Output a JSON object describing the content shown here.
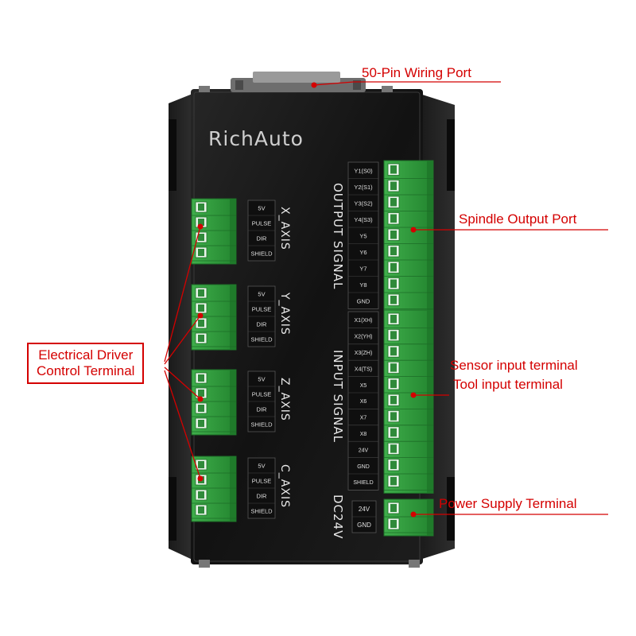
{
  "brand": "RichAuto",
  "callouts": {
    "wiring_port": "50-Pin Wiring Port",
    "spindle": "Spindle Output Port",
    "sensor": "Sensor input terminal",
    "tool": "Tool input terminal",
    "power": "Power Supply Terminal",
    "driver_line1": "Electrical Driver",
    "driver_line2": "Control Terminal"
  },
  "axes": [
    {
      "title": "X_AXIS",
      "pins": [
        "5V",
        "PULSE",
        "DIR",
        "SHIELD"
      ]
    },
    {
      "title": "Y_AXIS",
      "pins": [
        "5V",
        "PULSE",
        "DIR",
        "SHIELD"
      ]
    },
    {
      "title": "Z_AXIS",
      "pins": [
        "5V",
        "PULSE",
        "DIR",
        "SHIELD"
      ]
    },
    {
      "title": "C_AXIS",
      "pins": [
        "5V",
        "PULSE",
        "DIR",
        "SHIELD"
      ]
    }
  ],
  "output_signal": {
    "title": "OUTPUT SIGNAL",
    "pins": [
      "Y1(S0)",
      "Y2(S1)",
      "Y3(S2)",
      "Y4(S3)",
      "Y5",
      "Y6",
      "Y7",
      "Y8",
      "GND"
    ]
  },
  "input_signal": {
    "title": "INPUT SIGNAL",
    "pins": [
      "X1(XH)",
      "X2(YH)",
      "X3(ZH)",
      "X4(TS)",
      "X5",
      "X6",
      "X7",
      "X8",
      "24V",
      "GND",
      "SHIELD"
    ]
  },
  "power": {
    "title": "DC24V",
    "pins": [
      "24V",
      "GND"
    ]
  },
  "colors": {
    "callout": "#d40000",
    "terminal_green": "#2f9a3c",
    "case_dark": "#141414"
  }
}
